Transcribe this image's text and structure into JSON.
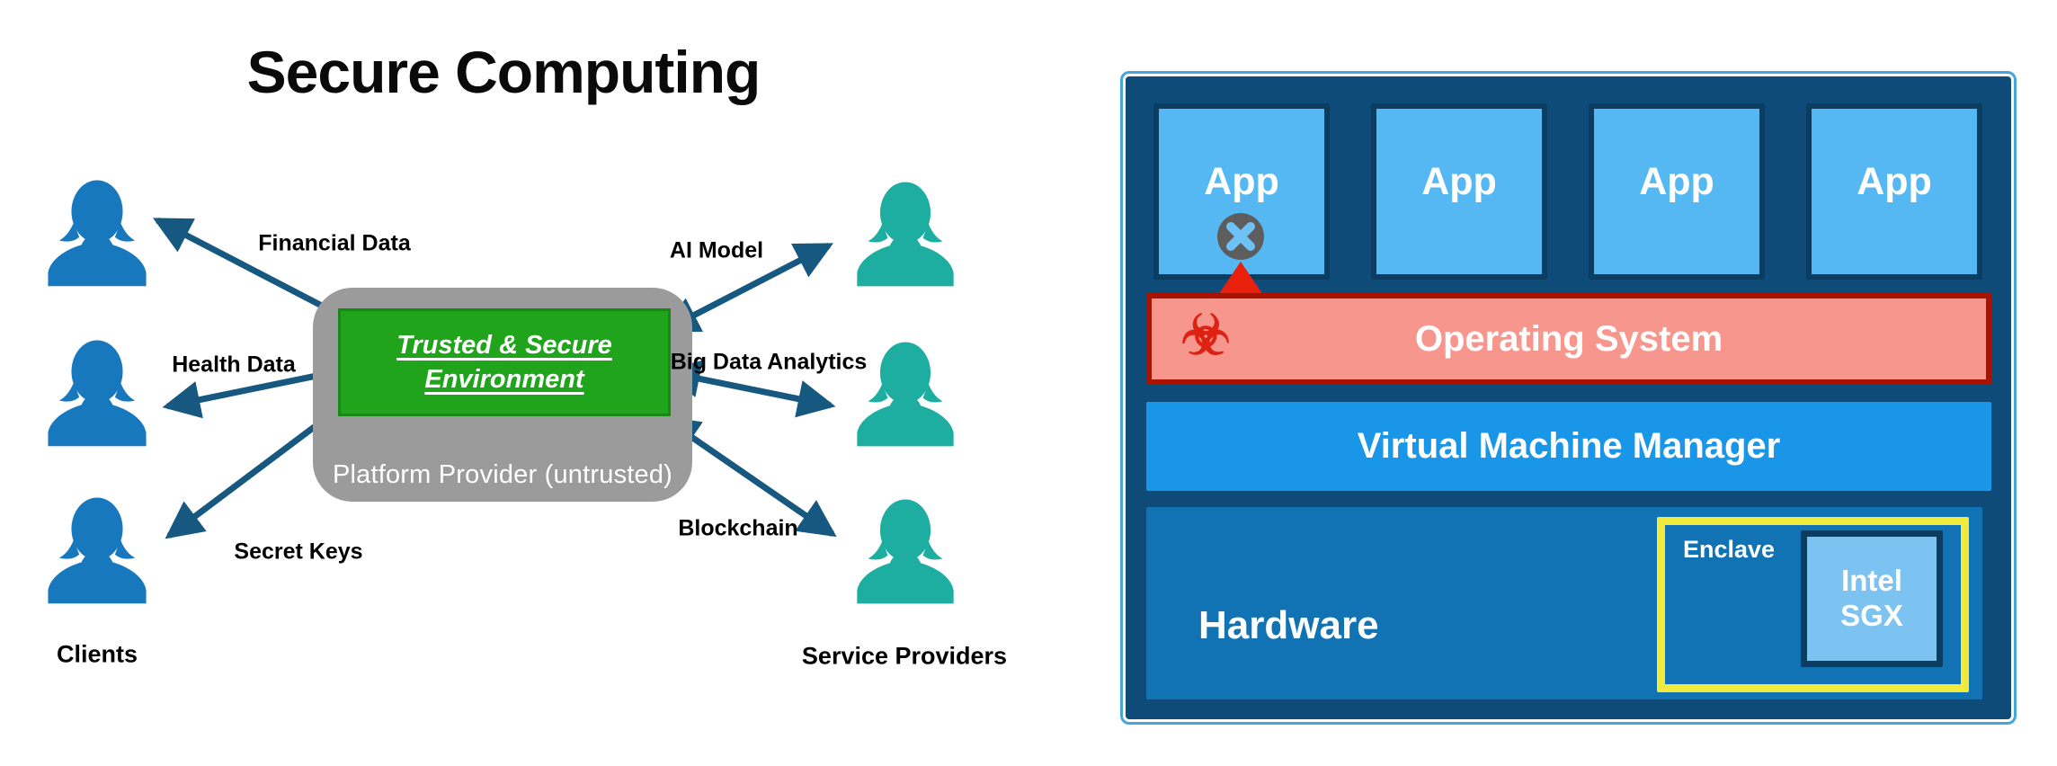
{
  "left": {
    "title": "Secure Computing",
    "clients_label": "Clients",
    "providers_label": "Service Providers",
    "platform_label": "Platform Provider (untrusted)",
    "env_line1": "Trusted & Secure",
    "env_line2": "Environment",
    "flows_left": [
      "Financial Data",
      "Health Data",
      "Secret Keys"
    ],
    "flows_right": [
      "AI Model",
      "Big Data Analytics",
      "Blockchain"
    ],
    "colors": {
      "client_icon": "#1878BE",
      "provider_icon": "#1EAEA1",
      "arrow": "#16587F",
      "platform_box": "#9B9B9B",
      "env_box": "#1FA41C"
    }
  },
  "right": {
    "apps": [
      "App",
      "App",
      "App",
      "App"
    ],
    "os_label": "Operating System",
    "vmm_label": "Virtual Machine Manager",
    "hardware_label": "Hardware",
    "enclave_label": "Enclave",
    "sgx_line1": "Intel",
    "sgx_line2": "SGX",
    "biohazard_glyph": "☣",
    "colors": {
      "container": "#0E4B78",
      "app_fill": "#55B8F2",
      "app_border": "#0B3D61",
      "os_fill": "#F7968D",
      "os_border": "#A81300",
      "vmm_fill": "#1A96E8",
      "hardware_fill": "#1173B3",
      "enclave_border": "#F2EB3D",
      "sgx_fill": "#7CC3F1",
      "malware_red": "#DD2212",
      "blocked_circle": "#5D5D5D"
    }
  }
}
